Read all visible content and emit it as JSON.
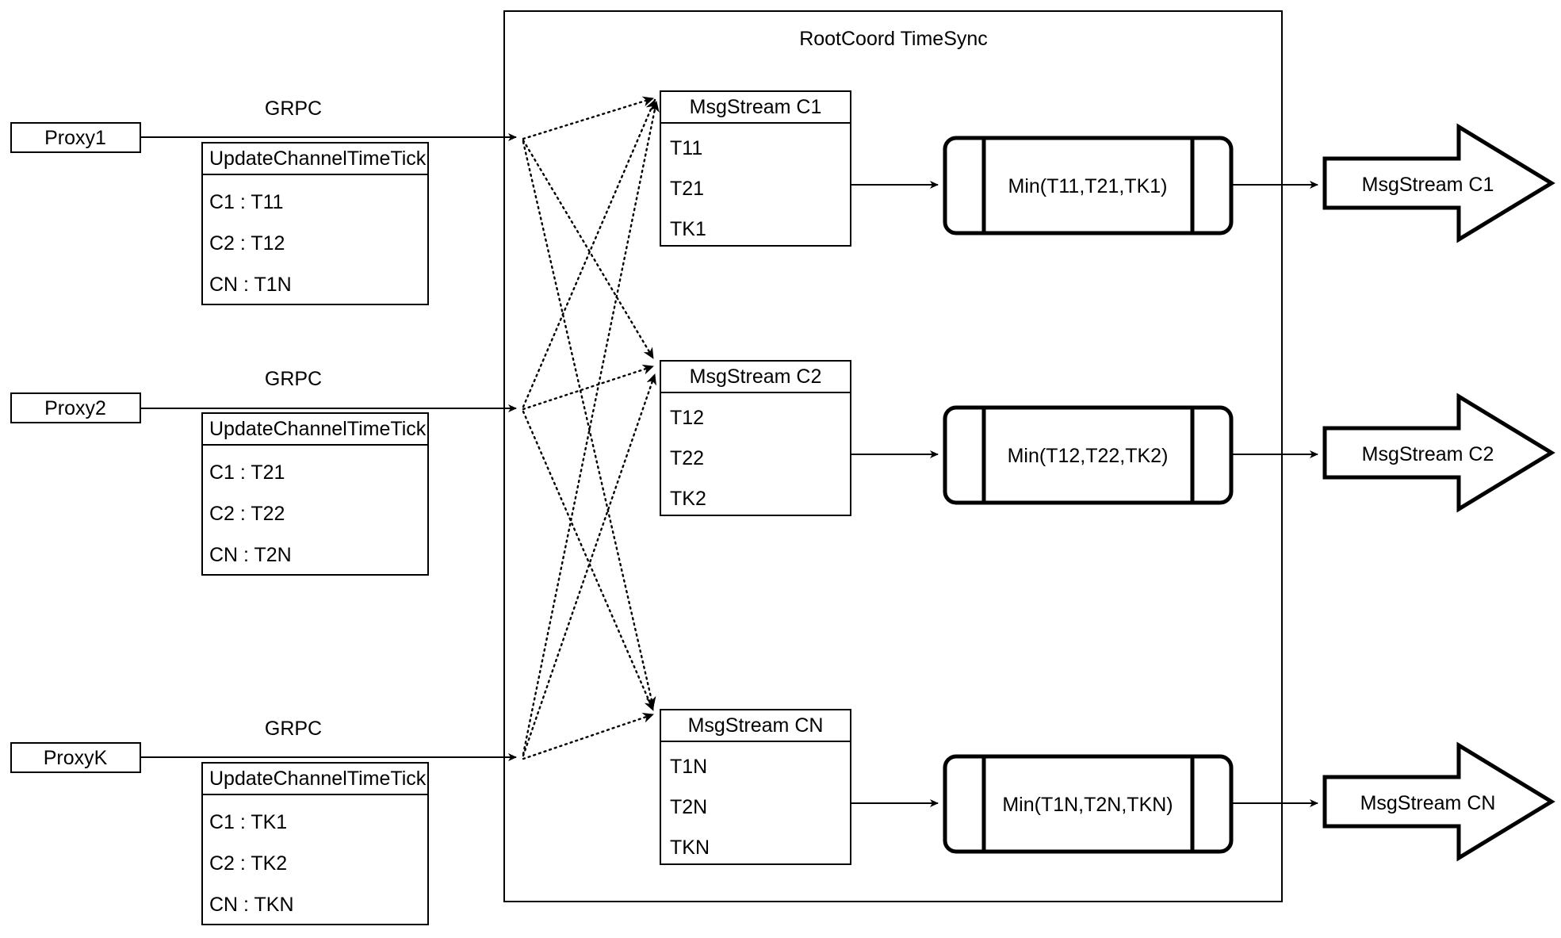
{
  "container": {
    "title": "RootCoord TimeSync"
  },
  "proxies": [
    {
      "name": "Proxy1",
      "link_label": "GRPC",
      "table": {
        "header": "UpdateChannelTimeTick",
        "rows": [
          "C1 :  T11",
          "C2 :  T12",
          "CN : T1N"
        ]
      }
    },
    {
      "name": "Proxy2",
      "link_label": "GRPC",
      "table": {
        "header": "UpdateChannelTimeTick",
        "rows": [
          "C1 :  T21",
          "C2 :  T22",
          "CN : T2N"
        ]
      }
    },
    {
      "name": "ProxyK",
      "link_label": "GRPC",
      "table": {
        "header": "UpdateChannelTimeTick",
        "rows": [
          "C1 :  TK1",
          "C2 :  TK2",
          "CN : TKN"
        ]
      }
    }
  ],
  "channels": [
    {
      "stream": {
        "header": "MsgStream C1",
        "rows": [
          "T11",
          "T21",
          "TK1"
        ]
      },
      "process": "Min(T11,T21,TK1)",
      "output": "MsgStream C1"
    },
    {
      "stream": {
        "header": "MsgStream C2",
        "rows": [
          "T12",
          "T22",
          "TK2"
        ]
      },
      "process": "Min(T12,T22,TK2)",
      "output": "MsgStream C2"
    },
    {
      "stream": {
        "header": "MsgStream CN",
        "rows": [
          "T1N",
          "T2N",
          "TKN"
        ]
      },
      "process": "Min(T1N,T2N,TKN)",
      "output": "MsgStream CN"
    }
  ],
  "colors": {
    "stroke": "#000000",
    "fill": "#ffffff"
  }
}
